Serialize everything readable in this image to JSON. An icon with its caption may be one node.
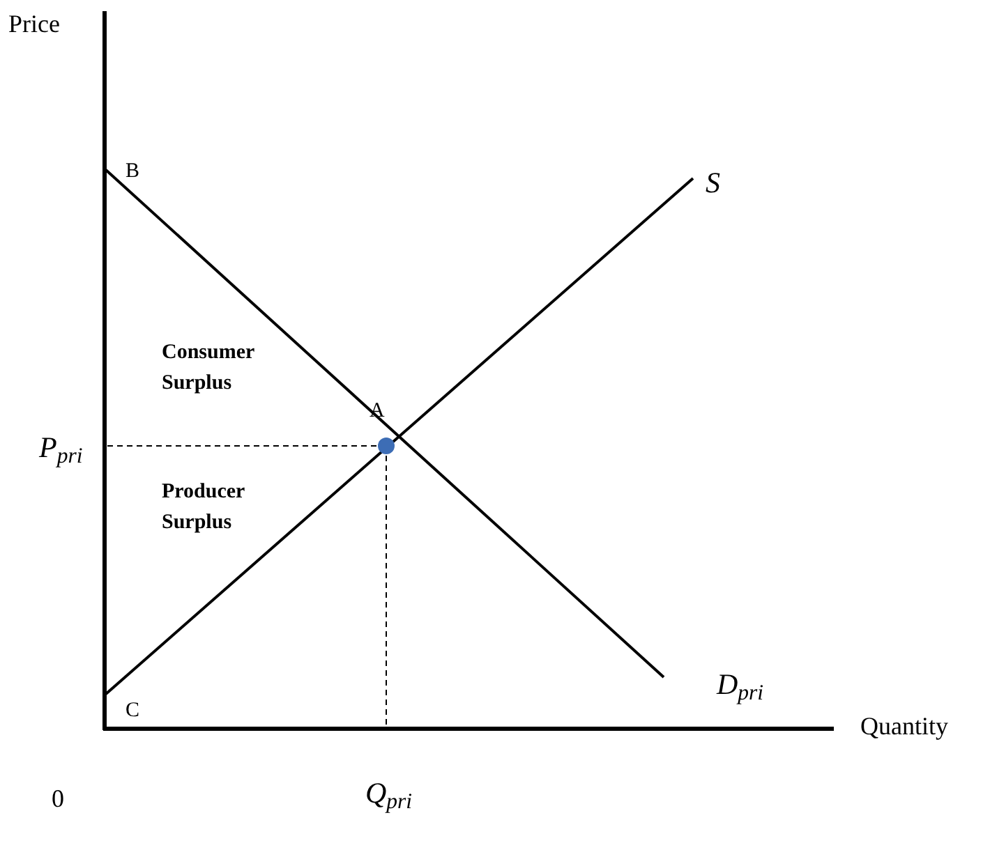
{
  "diagram": {
    "labels": [
      "Price",
      "B",
      "S",
      "Consumer Surplus",
      "A",
      "P$_{pri}$",
      "Producer Surplus",
      "C",
      "D$_{pri}$",
      "0",
      "Quantity",
      "Q$_{pri}$"
    ]
  }
}
